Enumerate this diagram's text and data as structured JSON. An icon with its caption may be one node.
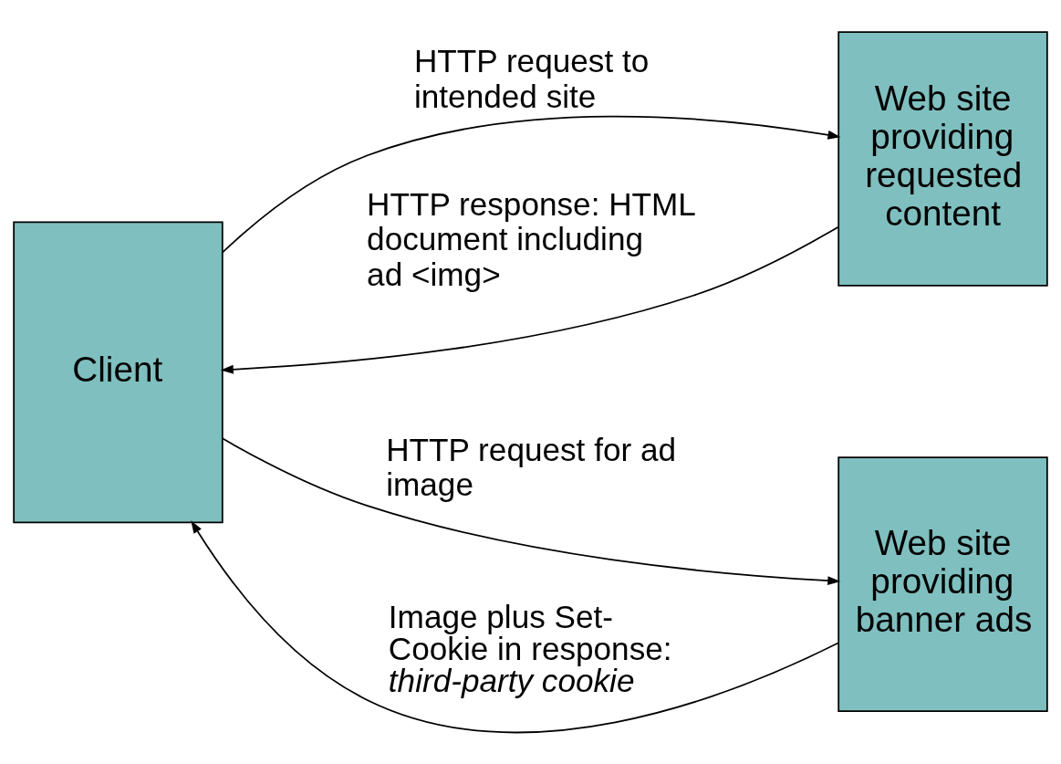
{
  "diagram": {
    "nodes": [
      {
        "text": [
          "Client"
        ]
      },
      {
        "text": [
          "Web site providing requested content"
        ]
      },
      {
        "text": [
          "Web site providing banner ads"
        ]
      }
    ],
    "edges": [
      {
        "from": 0,
        "to": 1,
        "arrow": "to",
        "label": "HTTP request to intended site"
      },
      {
        "from": 1,
        "to": 0,
        "arrow": "to",
        "label": "HTTP response: HTML document including ad <img>"
      },
      {
        "from": 0,
        "to": 2,
        "arrow": "to",
        "label": "HTTP request for ad image"
      },
      {
        "from": 2,
        "to": 0,
        "arrow": "to",
        "label": "Image plus Set-Cookie in response: *third-party cookie*"
      }
    ]
  }
}
